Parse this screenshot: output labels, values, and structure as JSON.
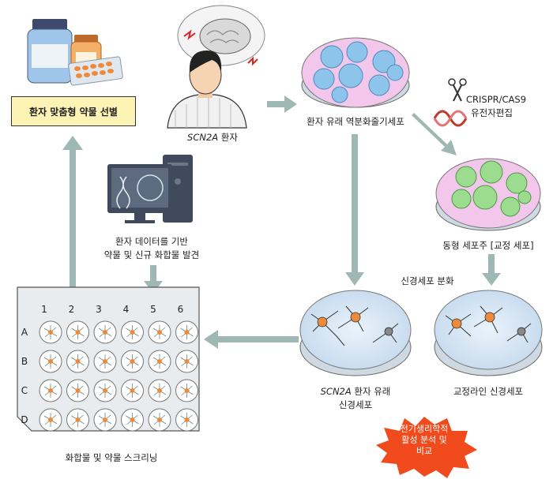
{
  "steps": {
    "drug_selection": "환자 맞춤형 약물 선별",
    "patient_gene": "SCN2A",
    "patient_suffix": " 환자",
    "ipsc": "환자 유래 역분화줄기세포",
    "crispr_line1": "CRISPR/CAS9",
    "crispr_line2": "유전자편집",
    "isogenic": "동형 세포주 [교정 세포]",
    "differentiation": "신경세포 분화",
    "patient_neuron_gene": "SCN2A",
    "patient_neuron_line1_suffix": " 환자 유래",
    "patient_neuron_line2": "신경세포",
    "corrected_neuron": "교정라인 신경세포",
    "data_line1": "환자 데이터를 기반",
    "data_line2": "약물 및 신규 화합물 발견",
    "screening": "화합물 및 약물 스크리닝",
    "ephys_line1": "전기생리학적",
    "ephys_line2": "활성 분석 및",
    "ephys_line3": "비교"
  },
  "plate": {
    "columns": [
      "1",
      "2",
      "3",
      "4",
      "5",
      "6"
    ],
    "rows": [
      "A",
      "B",
      "C",
      "D"
    ]
  },
  "colors": {
    "arrow": "#9fb8b3",
    "label_box": "#fdf3b5",
    "dish_pink": "#f3c6ec",
    "ipsc_blue": "#8cc4ec",
    "isogenic_green": "#9bdc8f",
    "burst": "#f04a1d"
  }
}
